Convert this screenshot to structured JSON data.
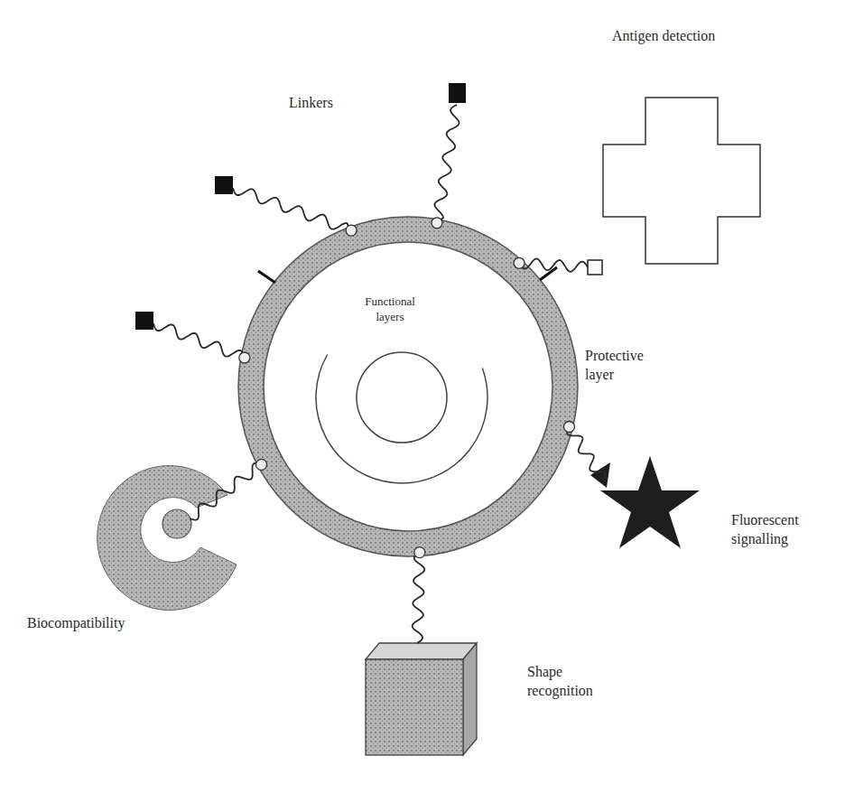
{
  "diagram": {
    "nodes": [
      {
        "text": [
          "Functional layers"
        ]
      }
    ],
    "labels": [
      "Antigen detection",
      "Linkers",
      "Protective layer",
      "Fluorescent signalling",
      "Biocompatibility",
      "Shape recognition"
    ]
  }
}
